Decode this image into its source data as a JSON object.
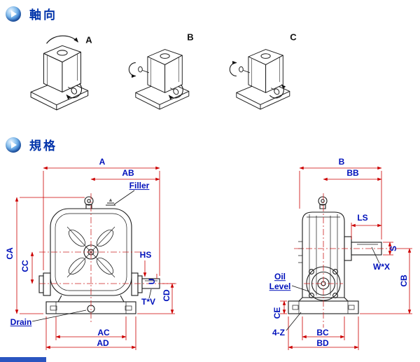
{
  "sections": {
    "axial": {
      "title": "軸向"
    },
    "spec": {
      "title": "規格"
    }
  },
  "axial_variants": [
    {
      "label": "A"
    },
    {
      "label": "B"
    },
    {
      "label": "C"
    }
  ],
  "front_view": {
    "labels": {
      "a": "A",
      "ab": "AB",
      "filler": "Filler",
      "ca": "CA",
      "cc": "CC",
      "hs": "HS",
      "u": "U",
      "tv": "T*V",
      "cd": "CD",
      "drain": "Drain",
      "ac": "AC",
      "ad": "AD"
    }
  },
  "side_view": {
    "labels": {
      "b": "B",
      "bb": "BB",
      "ls": "LS",
      "s": "S",
      "wx": "W*X",
      "oil_level": "Oil Level",
      "cb": "CB",
      "ce": "CE",
      "four_z": "4-Z",
      "bc": "BC",
      "bd": "BD"
    }
  },
  "colors": {
    "label_text": "#0011bb",
    "dimension_line": "#cc0000",
    "drawing_line": "#1a1a1a",
    "section_title": "#0033aa"
  }
}
